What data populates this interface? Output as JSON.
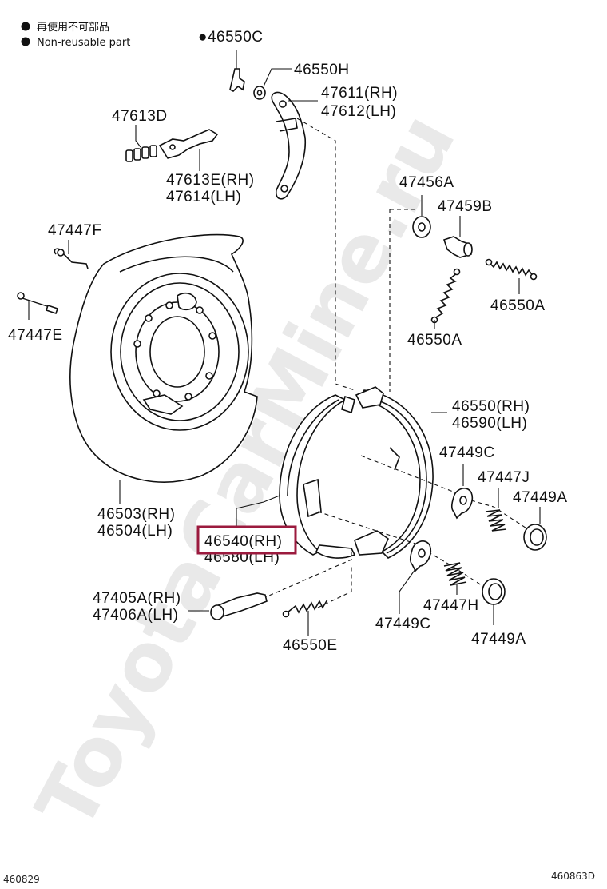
{
  "legend": {
    "symbol": "●",
    "japanese": "再使用不可部品",
    "english": "Non-reusable part"
  },
  "watermark": "ToyotaCarMine.ru",
  "highlight_color": "#9b1a3e",
  "parts": {
    "p46550C": "●46550C",
    "p46550H": "46550H",
    "p47611": "47611(RH)",
    "p47612": "47612(LH)",
    "p47613D": "47613D",
    "p47613E": "47613E(RH)",
    "p47614": "47614(LH)",
    "p47456A": "47456A",
    "p47459B": "47459B",
    "p47447F": "47447F",
    "p46550A_right": "46550A",
    "p47447E": "47447E",
    "p46550A_mid": "46550A",
    "p46550_rh": "46550(RH)",
    "p46590_lh": "46590(LH)",
    "p47449C_top": "47449C",
    "p47447J": "47447J",
    "p47449A_top": "47449A",
    "p46503": "46503(RH)",
    "p46504": "46504(LH)",
    "p46540": "46540(RH)",
    "p46580": "46580(LH)",
    "p47405A": "47405A(RH)",
    "p47406A": "47406A(LH)",
    "p47447H": "47447H",
    "p47449C_bottom": "47449C",
    "p47449A_bottom": "47449A",
    "p46550E": "46550E"
  },
  "footer": {
    "left_code": "460829",
    "right_code": "460863D"
  }
}
